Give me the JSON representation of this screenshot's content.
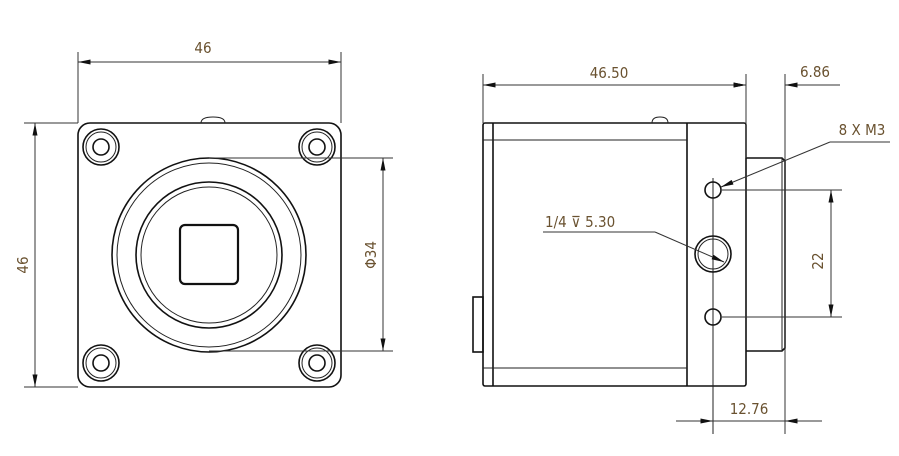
{
  "front_view": {
    "width_dim": "46",
    "height_dim": "46",
    "diameter_dim": "Φ34"
  },
  "side_view": {
    "length_dim": "46.50",
    "lens_dim": "6.86",
    "thread_note": "8 X M3",
    "tripod_note": "1/4 ⊽ 5.30",
    "hole_spacing_dim": "22",
    "hole_offset_dim": "12.76"
  }
}
